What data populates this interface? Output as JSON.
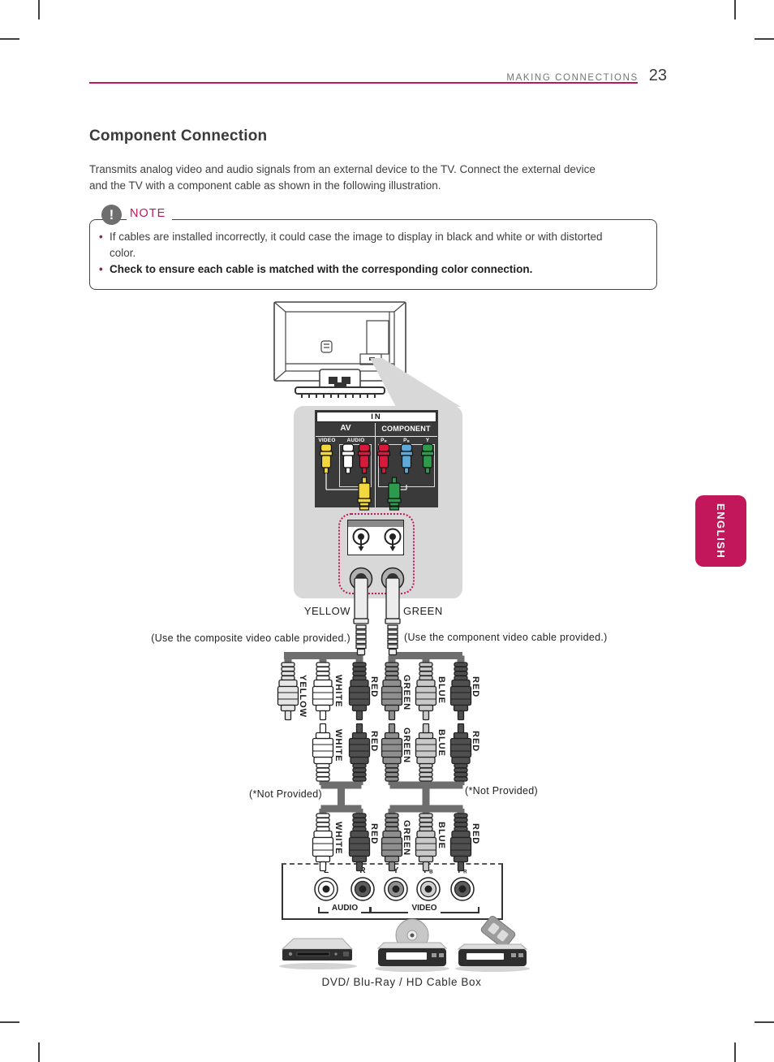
{
  "header": {
    "section": "MAKING CONNECTIONS",
    "page_number": "23"
  },
  "title": "Component Connection",
  "intro": {
    "line1": "Transmits analog video and audio signals from an external device to the TV. Connect the external device",
    "line2": "and the TV with a component cable as shown in the following illustration."
  },
  "note": {
    "label": "NOTE",
    "bullet1": "If cables are installed incorrectly, it could case the image to display in black and white or with distorted color.",
    "bullet2": "Check to ensure each cable is matched with the corresponding color connection."
  },
  "tv_panel": {
    "title": "IN",
    "av": "AV",
    "component": "COMPONENT",
    "video": "VIDEO",
    "audio": "AUDIO",
    "pr": {
      "main": "P",
      "sub": "R"
    },
    "pb": {
      "main": "P",
      "sub": "B"
    },
    "y": "Y",
    "jack_colors": [
      "yellow",
      "white",
      "red",
      "red",
      "blue",
      "green"
    ]
  },
  "callout": {
    "yellow": "YELLOW",
    "green": "GREEN",
    "composite_note": "(Use the composite video cable provided.)",
    "component_note": "(Use the component video cable provided.)"
  },
  "cables": {
    "row1": [
      "YELLOW",
      "WHITE",
      "RED",
      "GREEN",
      "BLUE",
      "RED"
    ],
    "row2": [
      "WHITE",
      "RED",
      "GREEN",
      "BLUE",
      "RED"
    ],
    "row3": [
      "WHITE",
      "RED",
      "GREEN",
      "BLUE",
      "RED"
    ],
    "not_provided_left": "(*Not Provided)",
    "not_provided_right": "(*Not Provided)"
  },
  "device_panel": {
    "l": "L",
    "r": "R",
    "y": "Y",
    "pb": {
      "main": "P",
      "sub": "B"
    },
    "pr": {
      "main": "P",
      "sub": "R"
    },
    "audio": "AUDIO",
    "video": "VIDEO"
  },
  "devices": {
    "caption": "DVD/ Blu-Ray / HD Cable Box"
  },
  "sidebar": {
    "language": "ENGLISH"
  },
  "colors": {
    "accent": "#c2185b",
    "panel_dark": "#3a3a3a",
    "callout_gray": "#d8d8d8",
    "cable_gray": "#6e6e6e",
    "jack_yellow": "#f2d73f",
    "jack_white": "#ffffff",
    "jack_red": "#d61a3c",
    "jack_blue": "#5ea9d8",
    "jack_green": "#2e9a4d"
  }
}
